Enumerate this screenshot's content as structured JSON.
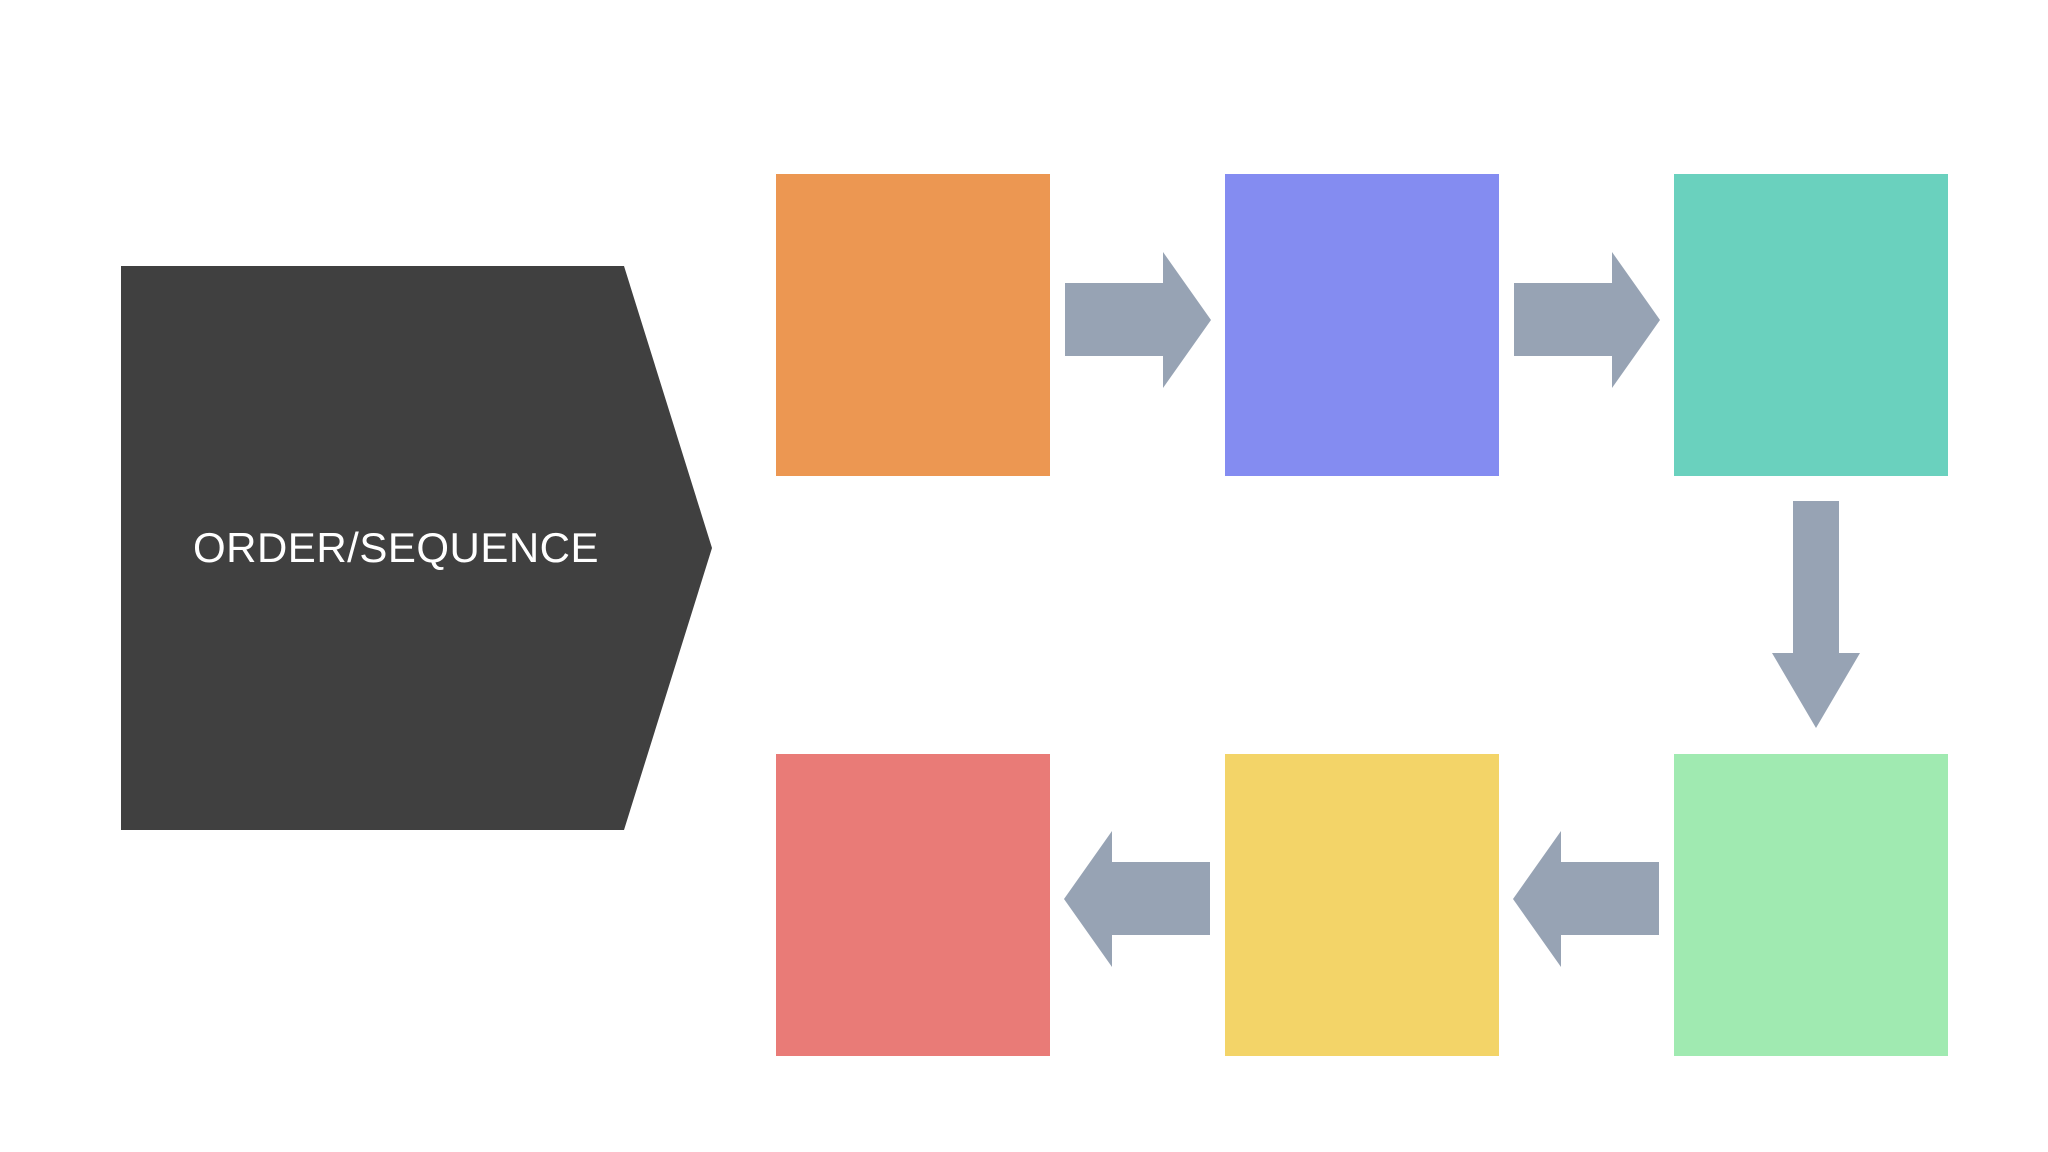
{
  "diagram": {
    "title": "ORDER/SEQUENCE",
    "title_shape_color": "#404040",
    "arrow_color": "#97a3b4",
    "steps": [
      {
        "color": "#ec9752"
      },
      {
        "color": "#848cf1"
      },
      {
        "color": "#6ad1be"
      },
      {
        "color": "#a0eab1"
      },
      {
        "color": "#f3d468"
      },
      {
        "color": "#e97b77"
      }
    ],
    "arrows": [
      {
        "from": 1,
        "to": 2,
        "direction": "right"
      },
      {
        "from": 2,
        "to": 3,
        "direction": "right"
      },
      {
        "from": 3,
        "to": 4,
        "direction": "down"
      },
      {
        "from": 4,
        "to": 5,
        "direction": "left"
      },
      {
        "from": 5,
        "to": 6,
        "direction": "left"
      }
    ]
  }
}
